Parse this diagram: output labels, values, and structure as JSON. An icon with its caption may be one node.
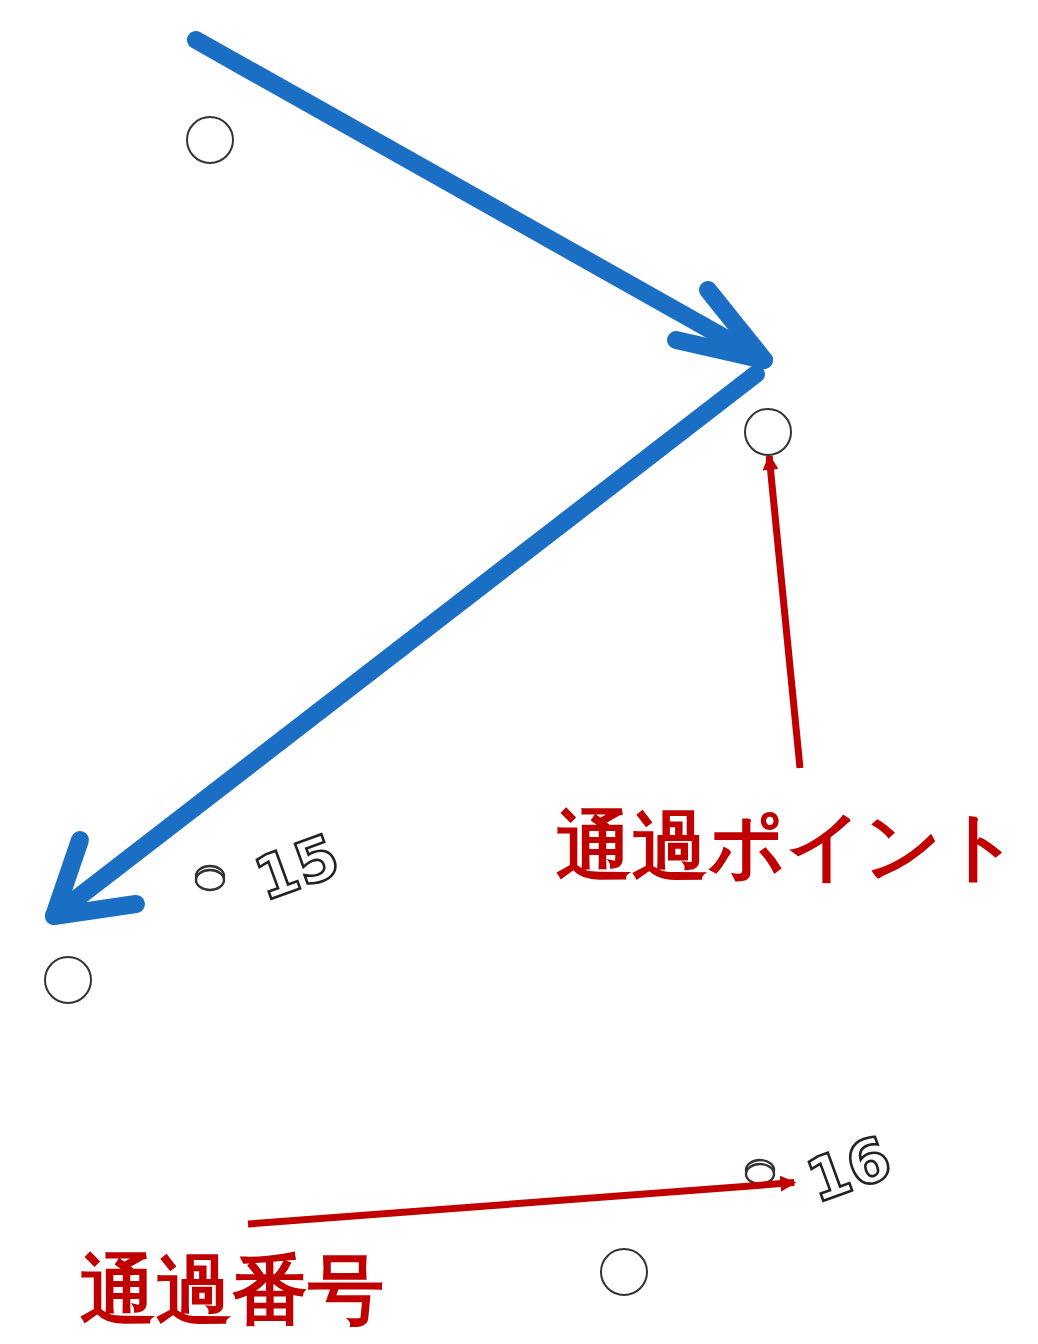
{
  "diagram": {
    "nodes": [
      {
        "text": [],
        "shape": "circle"
      },
      {
        "text": [],
        "shape": "circle"
      },
      {
        "text": [],
        "shape": "circle"
      },
      {
        "text": [],
        "shape": "circle"
      },
      {
        "text": [
          "通過ポイント"
        ]
      },
      {
        "text": [
          "16"
        ]
      },
      {
        "text": [
          "通過番号"
        ]
      }
    ],
    "edges": [
      {
        "from": 4,
        "to": 1,
        "arrow": "to"
      },
      {
        "from": 6,
        "to": 5,
        "arrow": "to"
      }
    ],
    "labels": [
      "15"
    ]
  }
}
